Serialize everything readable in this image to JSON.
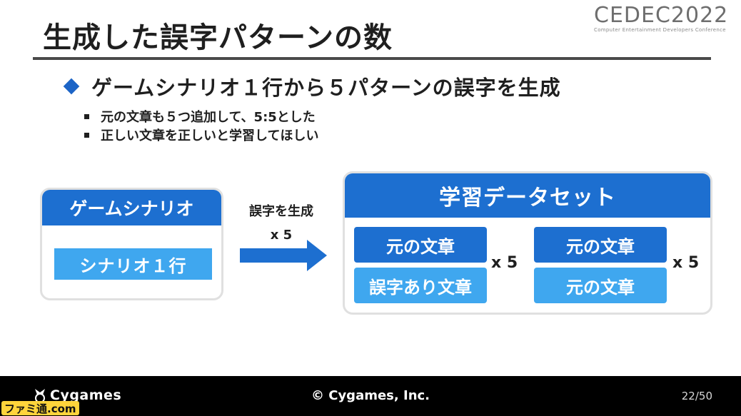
{
  "slide": {
    "title": "生成した誤字パターンの数",
    "logo": {
      "main": "CEDEC2022",
      "sub": "Computer Entertainment Developers Conference"
    },
    "main_bullet": "ゲームシナリオ１行から５パターンの誤字を生成",
    "sub_bullets": [
      "元の文章も５つ追加して、5:5とした",
      "正しい文章を正しいと学習してほしい"
    ]
  },
  "diagram": {
    "source": {
      "header": "ゲームシナリオ",
      "line": "シナリオ１行"
    },
    "arrow": {
      "label": "誤字を生成",
      "multiplier": "x 5"
    },
    "dataset": {
      "header": "学習データセット",
      "left_group": {
        "top": "元の文章",
        "bottom": "誤字あり文章",
        "times": "x 5"
      },
      "right_group": {
        "top": "元の文章",
        "bottom": "元の文章",
        "times": "x 5"
      }
    }
  },
  "footer": {
    "brand": "Cygames",
    "copyright": "© Cygames, Inc.",
    "page": "22/50",
    "watermark": "ファミ通.com"
  },
  "colors": {
    "accent_dark": "#1d6fd0",
    "accent_light": "#3fa7ef",
    "footer_bg": "#000000"
  }
}
